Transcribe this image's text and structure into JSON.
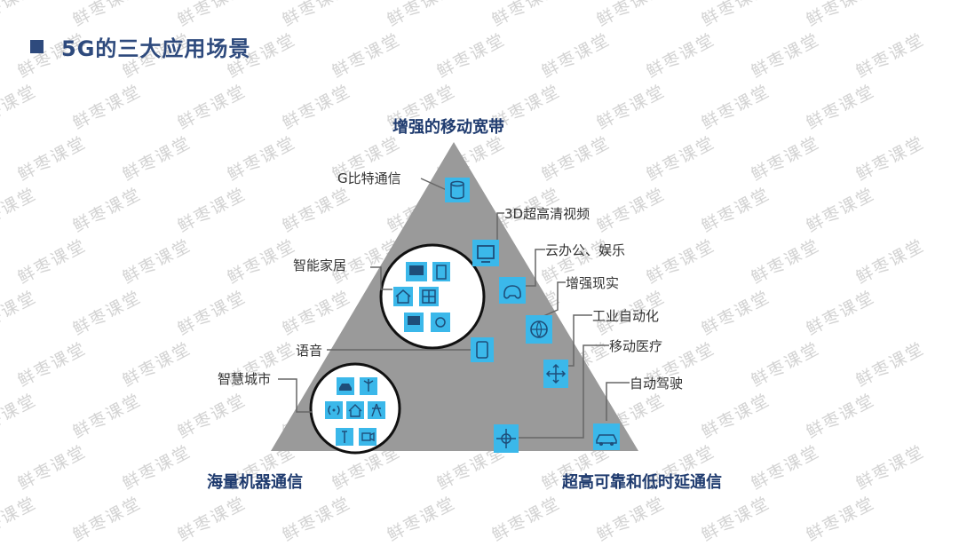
{
  "header": {
    "title": "5G的三大应用场景"
  },
  "watermark": {
    "text": "鲜枣课堂"
  },
  "diagram": {
    "corners": {
      "top": "增强的移动宽带",
      "bottom_left": "海量机器通信",
      "bottom_right": "超高可靠和低时延通信"
    },
    "labels": {
      "gbit": "G比特通信",
      "video3d": "3D超高清视频",
      "cloud_office": "云办公、娱乐",
      "smart_home": "智能家居",
      "ar": "增强现实",
      "industrial": "工业自动化",
      "voice": "语音",
      "medical": "移动医疗",
      "smart_city": "智慧城市",
      "autonomous": "自动驾驶"
    }
  },
  "colors": {
    "title": "#2e4a7d",
    "triangle": "#9a9a9a",
    "icon_bg": "#3bb8ea",
    "icon_stroke": "#1e4e7a",
    "corner_text": "#1f3b6f"
  }
}
